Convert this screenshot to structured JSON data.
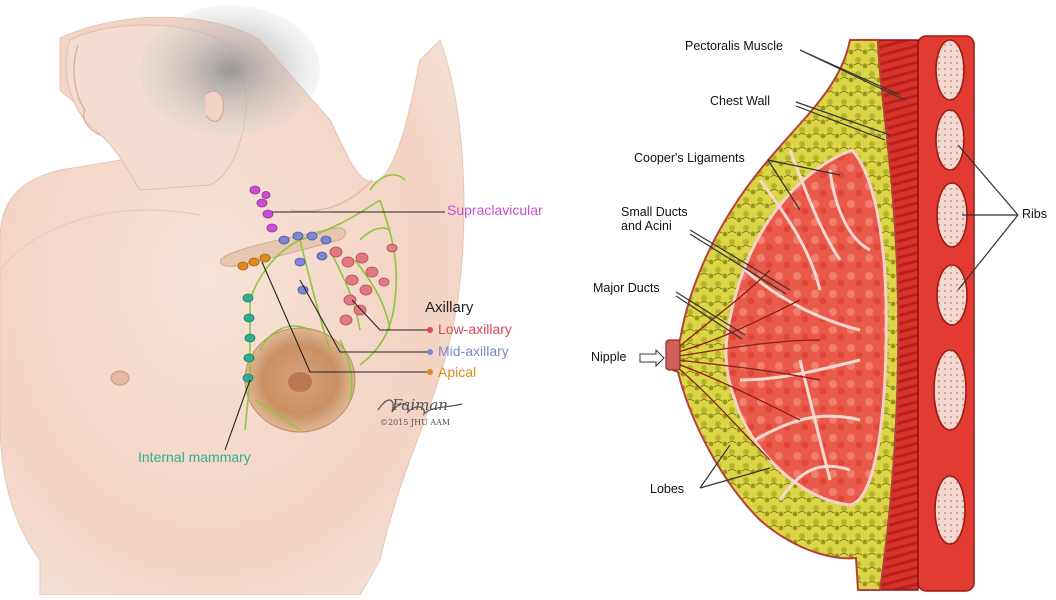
{
  "left_panel": {
    "labels": {
      "supraclavicular": "Supraclavicular",
      "axillary_heading": "Axillary",
      "low_axillary": "Low-axillary",
      "mid_axillary": "Mid-axillary",
      "apical": "Apical",
      "internal_mammary": "Internal mammary"
    },
    "signature": "Faiman",
    "copyright": "©2015 JHU AAM",
    "colors": {
      "supraclavicular": "#c94fd4",
      "low_axillary": "#d94a5c",
      "mid_axillary": "#7e86d6",
      "apical": "#e08a1c",
      "internal_mammary": "#2fae8f",
      "lymph_vessel": "#8cc63f"
    }
  },
  "right_panel": {
    "labels": {
      "pectoralis_muscle": "Pectoralis Muscle",
      "chest_wall": "Chest Wall",
      "coopers_ligaments": "Cooper's Ligaments",
      "small_ducts_line1": "Small Ducts",
      "small_ducts_line2": "and Acini",
      "major_ducts": "Major Ducts",
      "nipple": "Nipple",
      "lobes": "Lobes",
      "ribs": "Ribs"
    }
  }
}
